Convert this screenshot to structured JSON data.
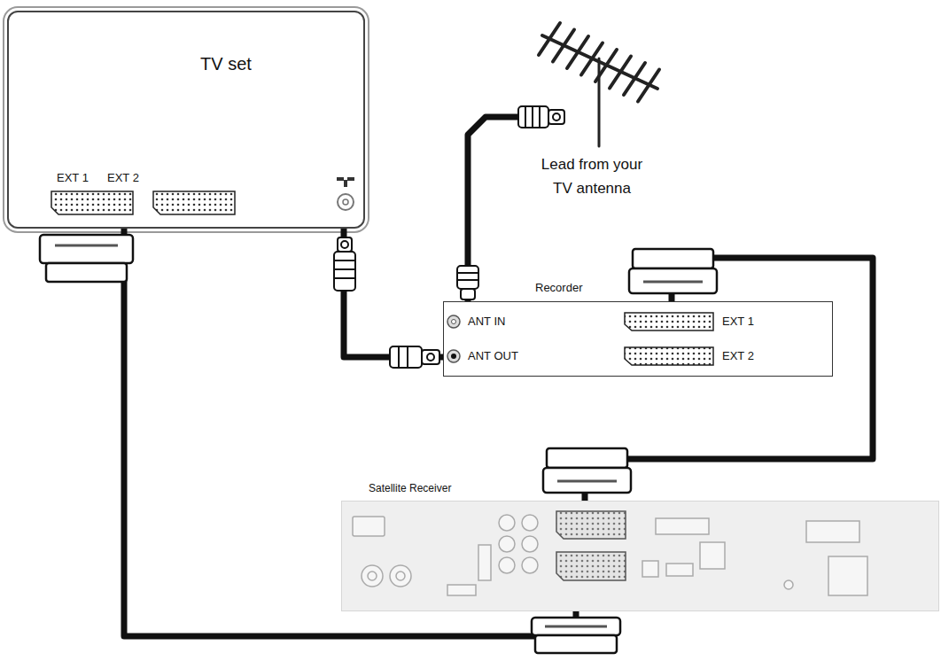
{
  "diagram": {
    "nodes": [
      {
        "text": [
          "TV set"
        ]
      },
      {
        "text": [
          "Lead from your TV antenna"
        ]
      },
      {
        "text": [
          "Recorder"
        ]
      },
      {
        "text": [
          "Satellite Receiver"
        ]
      }
    ],
    "edges": [
      {
        "from": 1,
        "to": 2,
        "arrow": "none"
      },
      {
        "from": 0,
        "to": 2,
        "arrow": "none"
      },
      {
        "from": 2,
        "to": 3,
        "arrow": "none"
      },
      {
        "from": 0,
        "to": 3,
        "arrow": "none"
      }
    ],
    "labels": [
      "EXT 1",
      "EXT 2",
      "ANT IN",
      "ANT OUT",
      "EXT 1",
      "EXT 2"
    ]
  }
}
